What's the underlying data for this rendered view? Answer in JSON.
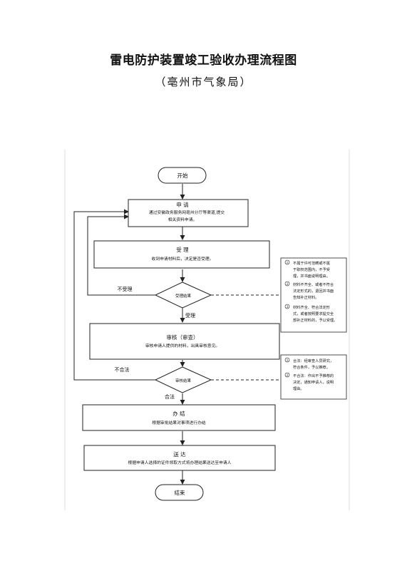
{
  "header": {
    "title": "雷电防护装置竣工验收办理流程图",
    "subtitle": "（亳州市气象局）"
  },
  "flow": {
    "start": "开始",
    "apply": {
      "title": "申    请",
      "desc1": "通过安徽政务服务网亳州分厅等渠道,提交",
      "desc2": "相关资料申请。"
    },
    "accept": {
      "title": "受    理",
      "desc": "收到申请材料后，决定是否受理。"
    },
    "accept_decision": "受理结果",
    "not_accepted": "不受理",
    "accepted": "受理",
    "review": {
      "title": "审核（审查）",
      "desc": "审核申请人提供的材料，出具审核意见。"
    },
    "review_decision": "审核结果",
    "not_qualified": "不合法",
    "qualified": "合法",
    "handle": {
      "title": "办    结",
      "desc": "根据审批结果对事项进行办结"
    },
    "deliver": {
      "title": "送    达",
      "desc": "根据申请人选择的证件领取方式将办理结果送达至申请人"
    },
    "end": "结束"
  },
  "notes": {
    "accept_notes": [
      {
        "num": "1",
        "lines": [
          "不属于许可范畴或不属",
          "于职权范围内，不予受",
          "理，并书面说明理由。"
        ]
      },
      {
        "num": "2",
        "lines": [
          "材料不齐全、或者不符合",
          "法定形式的，退回并书面",
          "告知补正材料。"
        ]
      },
      {
        "num": "3",
        "lines": [
          "材料齐全、符合法定形",
          "式，或者按照要求提交全",
          "部补正材料的，予以受理。"
        ]
      }
    ],
    "review_notes": [
      {
        "num": "1",
        "lines": [
          "合法：经审查人员研究，",
          "符合条件，予以推荐。"
        ]
      },
      {
        "num": "2",
        "lines": [
          "不合法：作出不予推荐的",
          "决定，通知申请人，说明",
          "理由。"
        ]
      }
    ]
  }
}
